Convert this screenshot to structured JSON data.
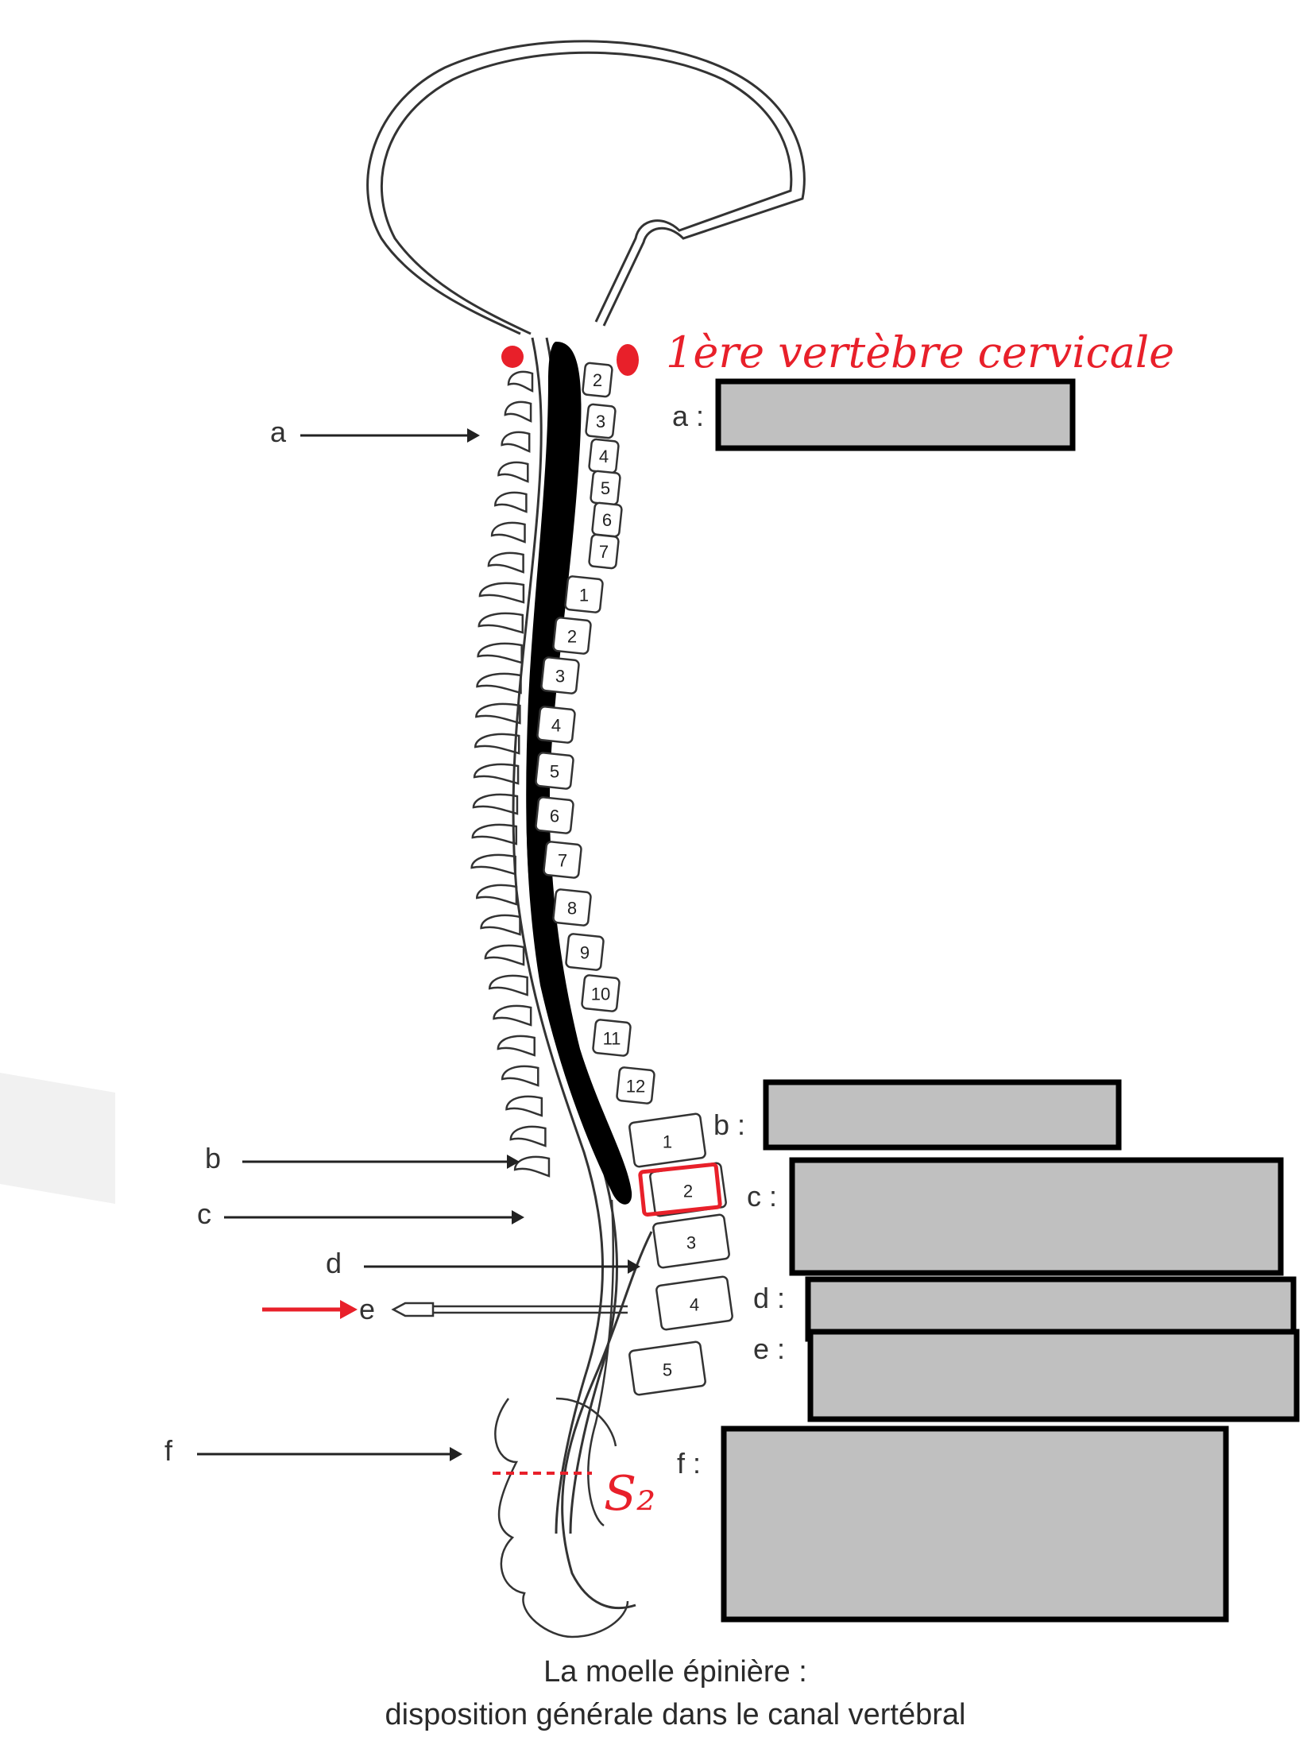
{
  "annotation": {
    "first_vertebra": "1ère vertèbre cervicale",
    "s2": "S₂"
  },
  "arrow_labels": [
    "a",
    "b",
    "c",
    "d",
    "e",
    "f"
  ],
  "answer_prompts": [
    "a :",
    "b :",
    "c :",
    "d :",
    "e :",
    "f :"
  ],
  "vertebrae": {
    "cervical": [
      "2",
      "3",
      "4",
      "5",
      "6",
      "7"
    ],
    "thoracic": [
      "1",
      "2",
      "3",
      "4",
      "5",
      "6",
      "7",
      "8",
      "9",
      "10",
      "11",
      "12"
    ],
    "lumbar": [
      "1",
      "2",
      "3",
      "4",
      "5"
    ]
  },
  "caption": {
    "line1": "La moelle épinière :",
    "line2": "disposition générale dans le canal vertébral"
  },
  "colors": {
    "annotation": "#e8202a",
    "answer_box": "#c0c0c0",
    "cord": "#000000"
  }
}
